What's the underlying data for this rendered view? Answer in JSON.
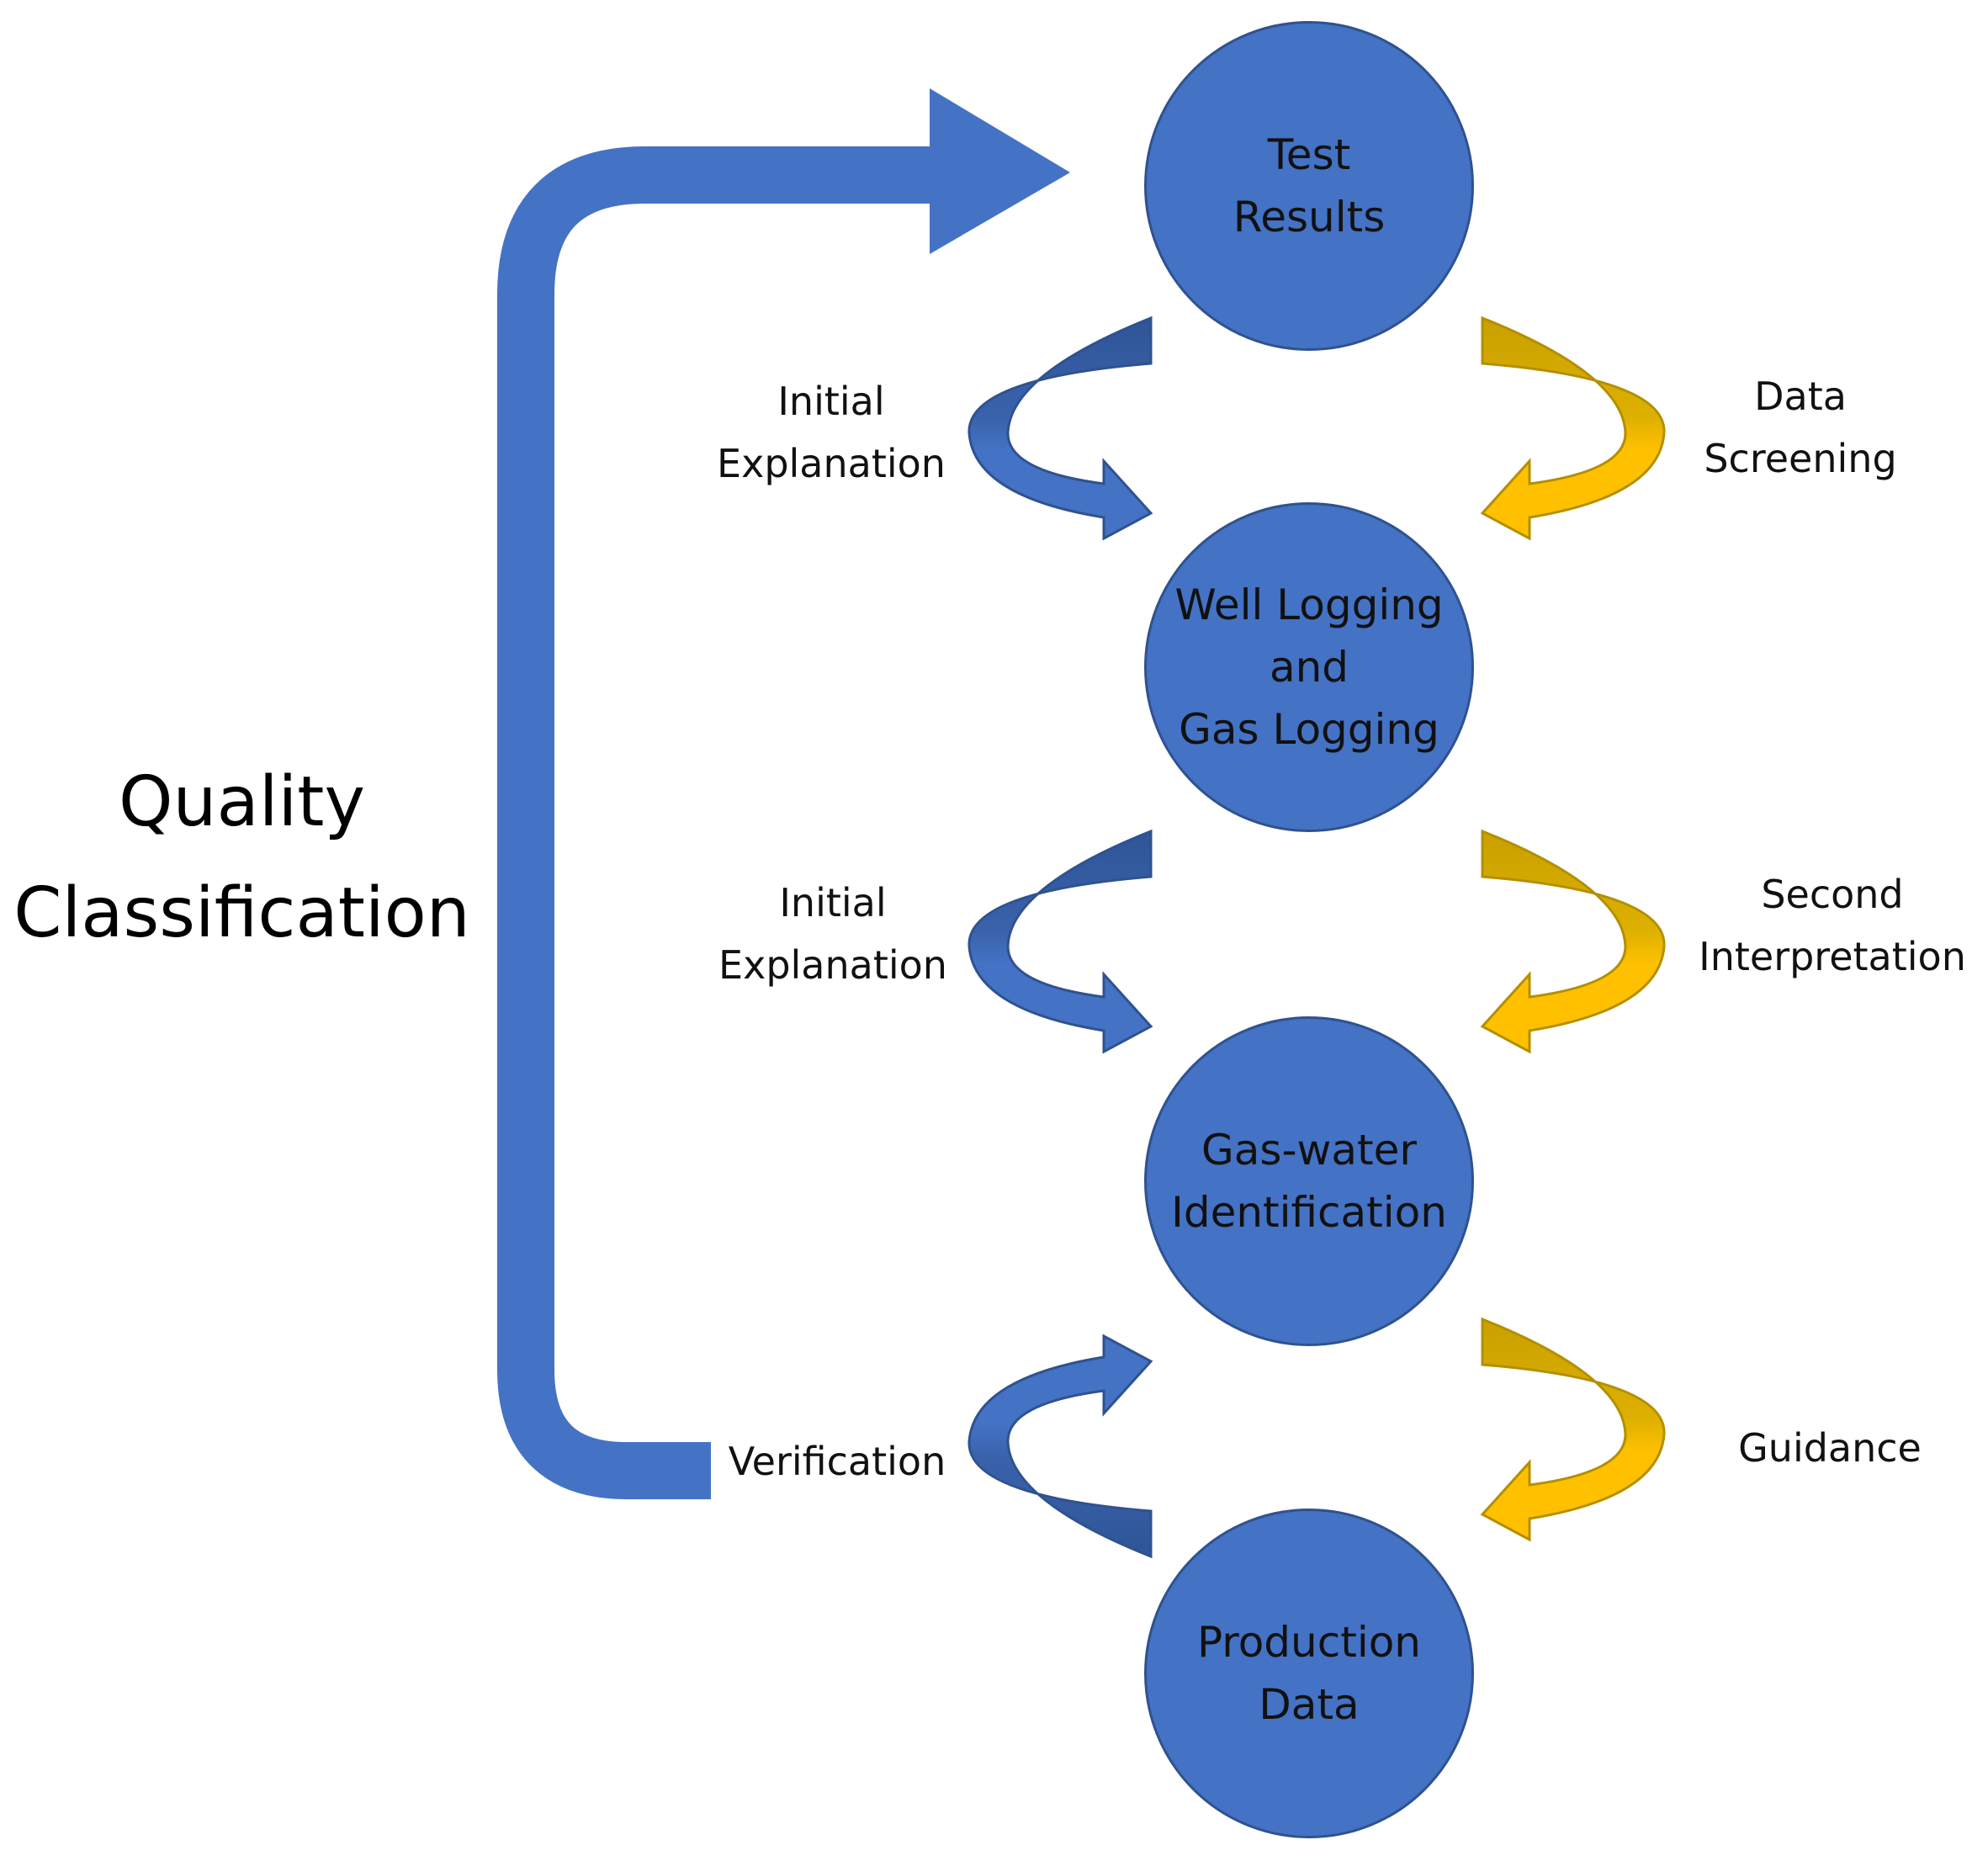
{
  "colors": {
    "blue": "#4472C4",
    "blue_dark": "#2F5597",
    "blue_outline": "#2F528F",
    "gold": "#FFC000",
    "gold_dark": "#C9A000"
  },
  "side_label": {
    "lines": [
      "Quality",
      "Classification"
    ]
  },
  "nodes": [
    {
      "lines": [
        "Test",
        "Results"
      ]
    },
    {
      "lines": [
        "Well Logging",
        "and",
        "Gas Logging"
      ]
    },
    {
      "lines": [
        "Gas-water",
        "Identification"
      ]
    },
    {
      "lines": [
        "Production",
        "Data"
      ]
    }
  ],
  "left_labels": [
    {
      "lines": [
        "Initial",
        "Explanation"
      ]
    },
    {
      "lines": [
        "Initial",
        "Explanation"
      ]
    },
    {
      "lines": [
        "Verification"
      ]
    }
  ],
  "right_labels": [
    {
      "lines": [
        "Data",
        "Screening"
      ]
    },
    {
      "lines": [
        "Second",
        "Interpretation"
      ]
    },
    {
      "lines": [
        "Guidance"
      ]
    }
  ]
}
